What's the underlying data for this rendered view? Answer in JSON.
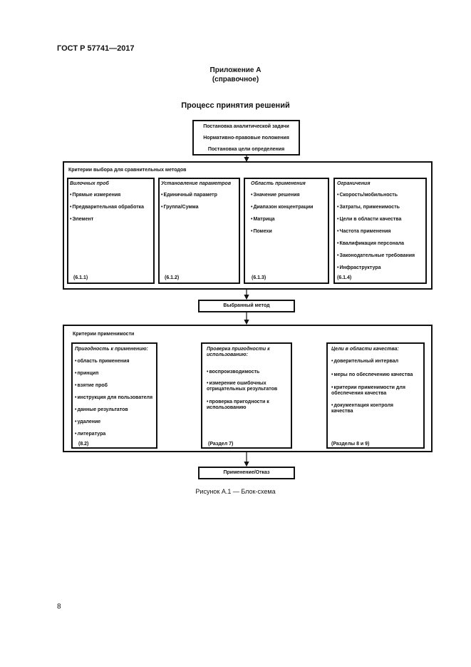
{
  "header": {
    "doc_id": "ГОСТ Р 57741—2017"
  },
  "annex": {
    "title": "Приложение А",
    "subtitle": "(справочное)"
  },
  "figure_title": "Процесс принятия решений",
  "top_box": {
    "lines": [
      "Постановка аналитической задачи",
      "Нормативно-правовые положения",
      "Постановка цели определения"
    ]
  },
  "criteria": {
    "title": "Критерии выбора для сравнительных методов",
    "columns": [
      {
        "title": "Вилочных проб",
        "items": [
          "Прямые измерения",
          "Предварительная обработка",
          "Элемент"
        ],
        "ref": "(6.1.1)"
      },
      {
        "title": "Установление параметров",
        "items": [
          "Единичный параметр",
          "Группа/Сумма"
        ],
        "ref": "(6.1.2)"
      },
      {
        "title": "Область применения",
        "items": [
          "Значение решения",
          "Диапазон концентрации",
          "Матрица",
          "Помехи"
        ],
        "ref": "(6.1.3)"
      },
      {
        "title": "Ограничения",
        "items": [
          "Скорость/мобильность",
          "Затраты, применимость",
          "Цели в области качества",
          "Частота применения",
          "Квалификация персонала",
          "Законодательные требования",
          "Инфраструктура"
        ],
        "ref": "(6.1.4)"
      }
    ]
  },
  "selected_method": "Выбранный метод",
  "applicability": {
    "title": "Критерии применимости",
    "columns": [
      {
        "title": "Пригодность к применению:",
        "items": [
          "область применения",
          "принцип",
          "взятие проб",
          "инструкция для пользователя",
          "данные результатов",
          "удаление",
          "литература"
        ],
        "ref": "(8.2)"
      },
      {
        "title": "Проверка пригодности к использованию:",
        "items": [
          "воспроизводимость",
          "измерение ошибочных отрицательных результатов",
          "проверка пригодности к использованию"
        ],
        "ref": "(Раздел 7)"
      },
      {
        "title": "Цели в области качества:",
        "items": [
          "доверительный интервал",
          "меры по обеспечению качества",
          "критерии применимости для обеспечения качества",
          "документация контроля качества"
        ],
        "ref": "(Разделы 8 и 9)"
      }
    ]
  },
  "bottom_box": "Применение/Отказ",
  "caption": "Рисунок А.1 — Блок-схема",
  "page_number": "8"
}
